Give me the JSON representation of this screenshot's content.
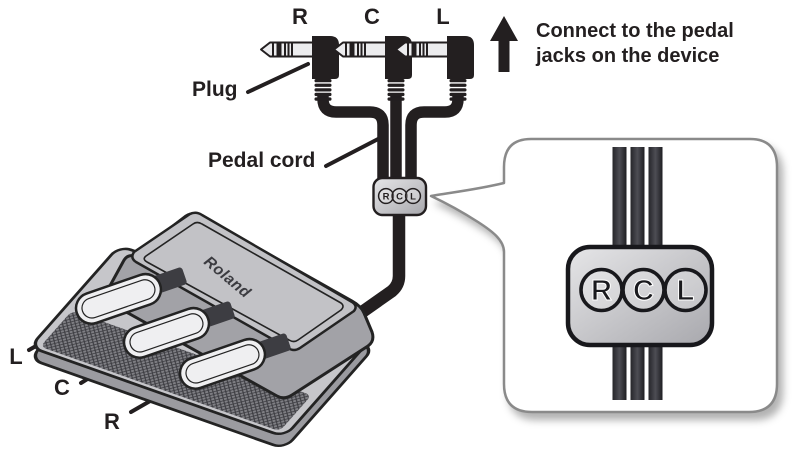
{
  "note": {
    "line1": "Connect to the pedal",
    "line2": "jacks on the device"
  },
  "annotations": {
    "plug": "Plug",
    "pedal_cord": "Pedal cord"
  },
  "plug_labels": [
    {
      "label": "R"
    },
    {
      "label": "C"
    },
    {
      "label": "L"
    }
  ],
  "pedal_labels": [
    {
      "label": "L"
    },
    {
      "label": "C"
    },
    {
      "label": "R"
    }
  ],
  "cable_tag": {
    "letters": [
      "R",
      "C",
      "L"
    ]
  },
  "brand": "Roland",
  "colors": {
    "ink": "#231f20",
    "metal_shaft": "#ececee",
    "tag_light": "#dcdcde",
    "tag_dark": "#b2b2b6",
    "bubble_border": "#8a8a8a",
    "pedal_face": "#efeff1",
    "body_gray": "#c2c2c6"
  }
}
